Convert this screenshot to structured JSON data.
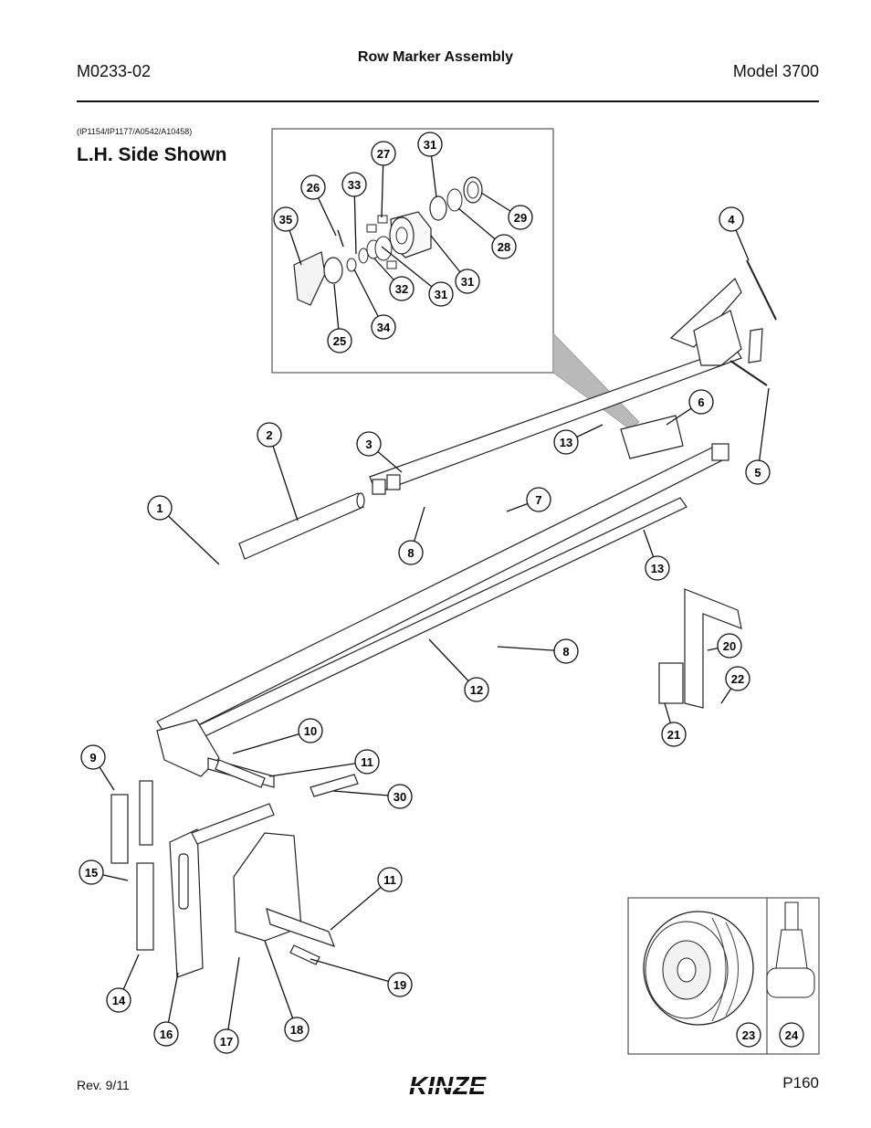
{
  "header": {
    "doc_number": "M0233-02",
    "title": "Row Marker Assembly",
    "model": "Model 3700"
  },
  "part_codes": "(IP1154/IP1177/A0542/A10458)",
  "view_label": "L.H. Side Shown",
  "footer": {
    "revision": "Rev. 9/11",
    "page": "P160",
    "logo": "KINZE"
  },
  "callouts": {
    "c1": "1",
    "c2": "2",
    "c3": "3",
    "c4": "4",
    "c5": "5",
    "c6": "6",
    "c7": "7",
    "c8a": "8",
    "c8b": "8",
    "c9": "9",
    "c10": "10",
    "c11a": "11",
    "c11b": "11",
    "c12": "12",
    "c13a": "13",
    "c13b": "13",
    "c14": "14",
    "c15": "15",
    "c16": "16",
    "c17": "17",
    "c18": "18",
    "c19": "19",
    "c20": "20",
    "c21": "21",
    "c22": "22",
    "c23": "23",
    "c24": "24",
    "c25": "25",
    "c26": "26",
    "c27": "27",
    "c28": "28",
    "c29": "29",
    "c30": "30",
    "c31a": "31",
    "c31b": "31",
    "c31c": "31",
    "c32": "32",
    "c33": "33",
    "c34": "34",
    "c35": "35"
  }
}
